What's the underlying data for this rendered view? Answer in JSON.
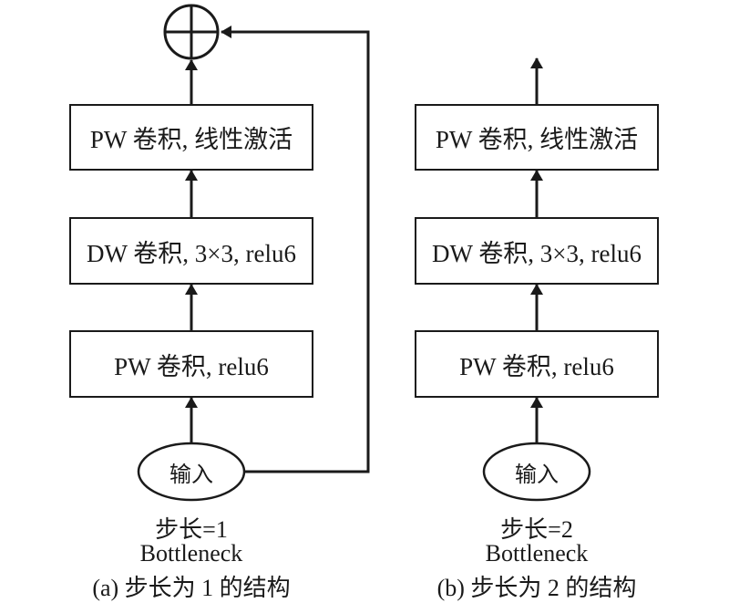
{
  "panel_a": {
    "box_top": "PW 卷积, 线性激活",
    "box_mid": "DW 卷积, 3×3, relu6",
    "box_bottom": "PW 卷积, relu6",
    "input": "输入",
    "stride": "步长=1",
    "block": "Bottleneck",
    "caption": "(a) 步长为 1 的结构"
  },
  "panel_b": {
    "box_top": "PW 卷积, 线性激活",
    "box_mid": "DW 卷积, 3×3, relu6",
    "box_bottom": "PW 卷积, relu6",
    "input": "输入",
    "stride": "步长=2",
    "block": "Bottleneck",
    "caption": "(b) 步长为 2 的结构"
  }
}
